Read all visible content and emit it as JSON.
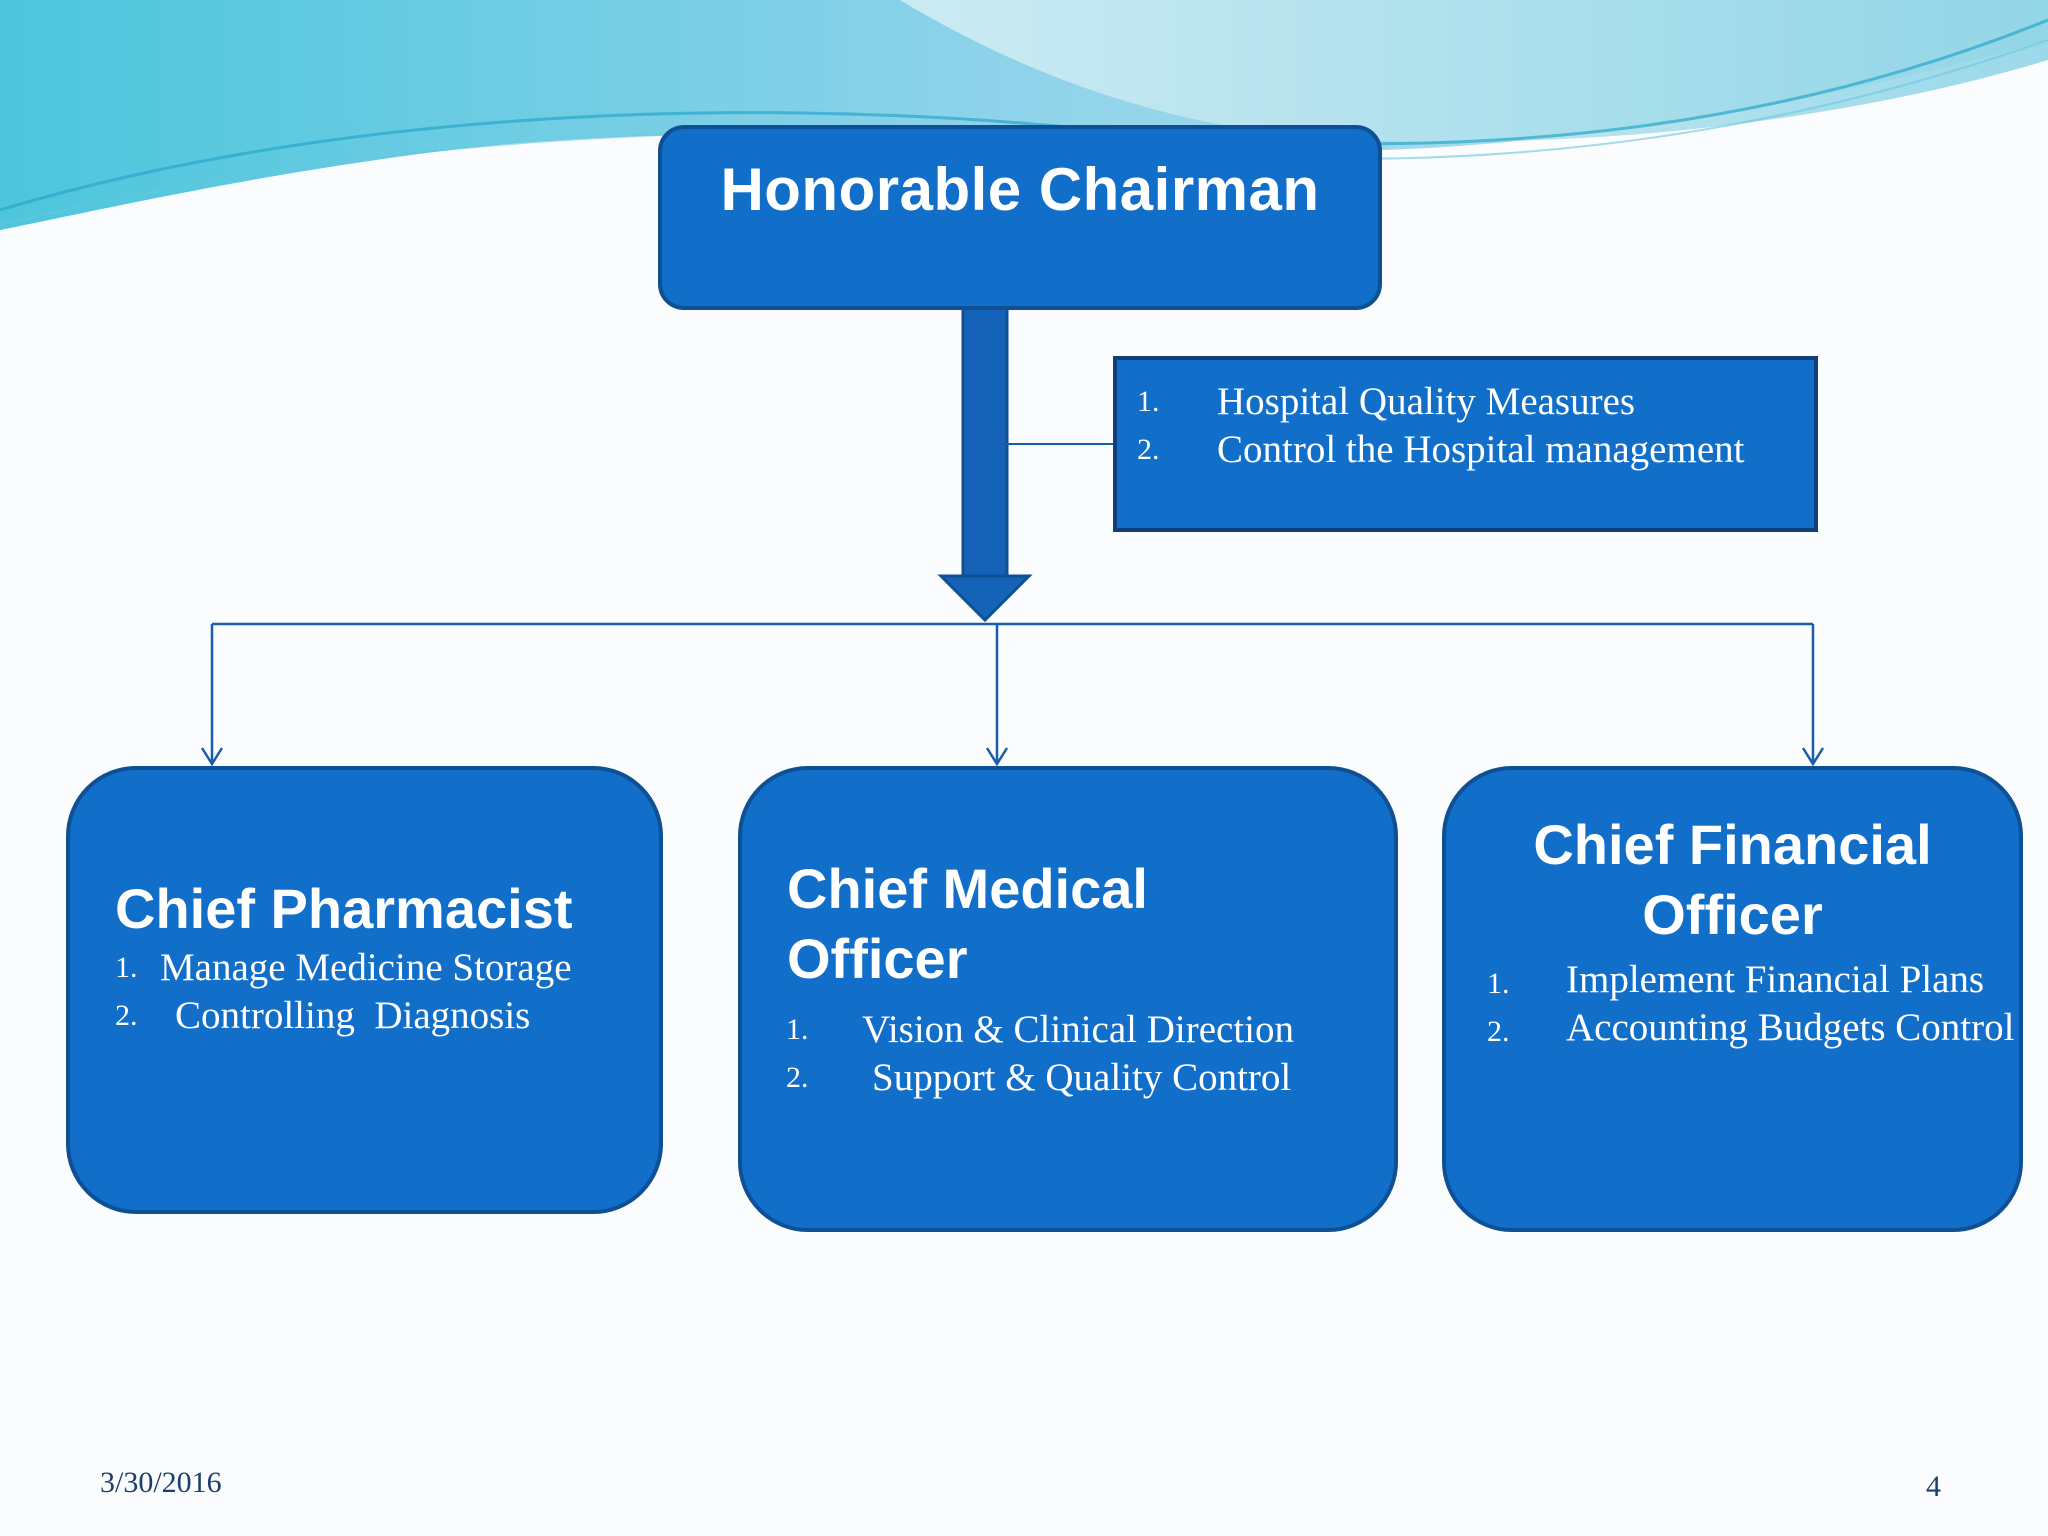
{
  "slide": {
    "date": "3/30/2016",
    "page_number": "4"
  },
  "chairman": {
    "title": "Honorable Chairman",
    "duties": [
      {
        "num": "1.",
        "text": "Hospital Quality Measures"
      },
      {
        "num": "2.",
        "text": "Control the Hospital management"
      }
    ]
  },
  "roles": [
    {
      "title": "Chief Pharmacist",
      "duties": [
        {
          "num": "1.",
          "text": "Manage Medicine Storage"
        },
        {
          "num": "2.",
          "text": "Controlling  Diagnosis"
        }
      ]
    },
    {
      "title": "Chief Medical Officer",
      "duties": [
        {
          "num": "1.",
          "text": "Vision & Clinical Direction"
        },
        {
          "num": "2.",
          "text": "Support & Quality Control"
        }
      ]
    },
    {
      "title": "Chief Financial Officer",
      "duties": [
        {
          "num": "1.",
          "text": "Implement Financial Plans"
        },
        {
          "num": "2.",
          "text": "Accounting Budgets Control"
        }
      ]
    }
  ],
  "colors": {
    "box_fill": "#116ec9",
    "box_border": "#0f4f93",
    "connector": "#1a5da8",
    "wave_light": "#9fdcec",
    "wave_dark": "#2ec3d9"
  }
}
